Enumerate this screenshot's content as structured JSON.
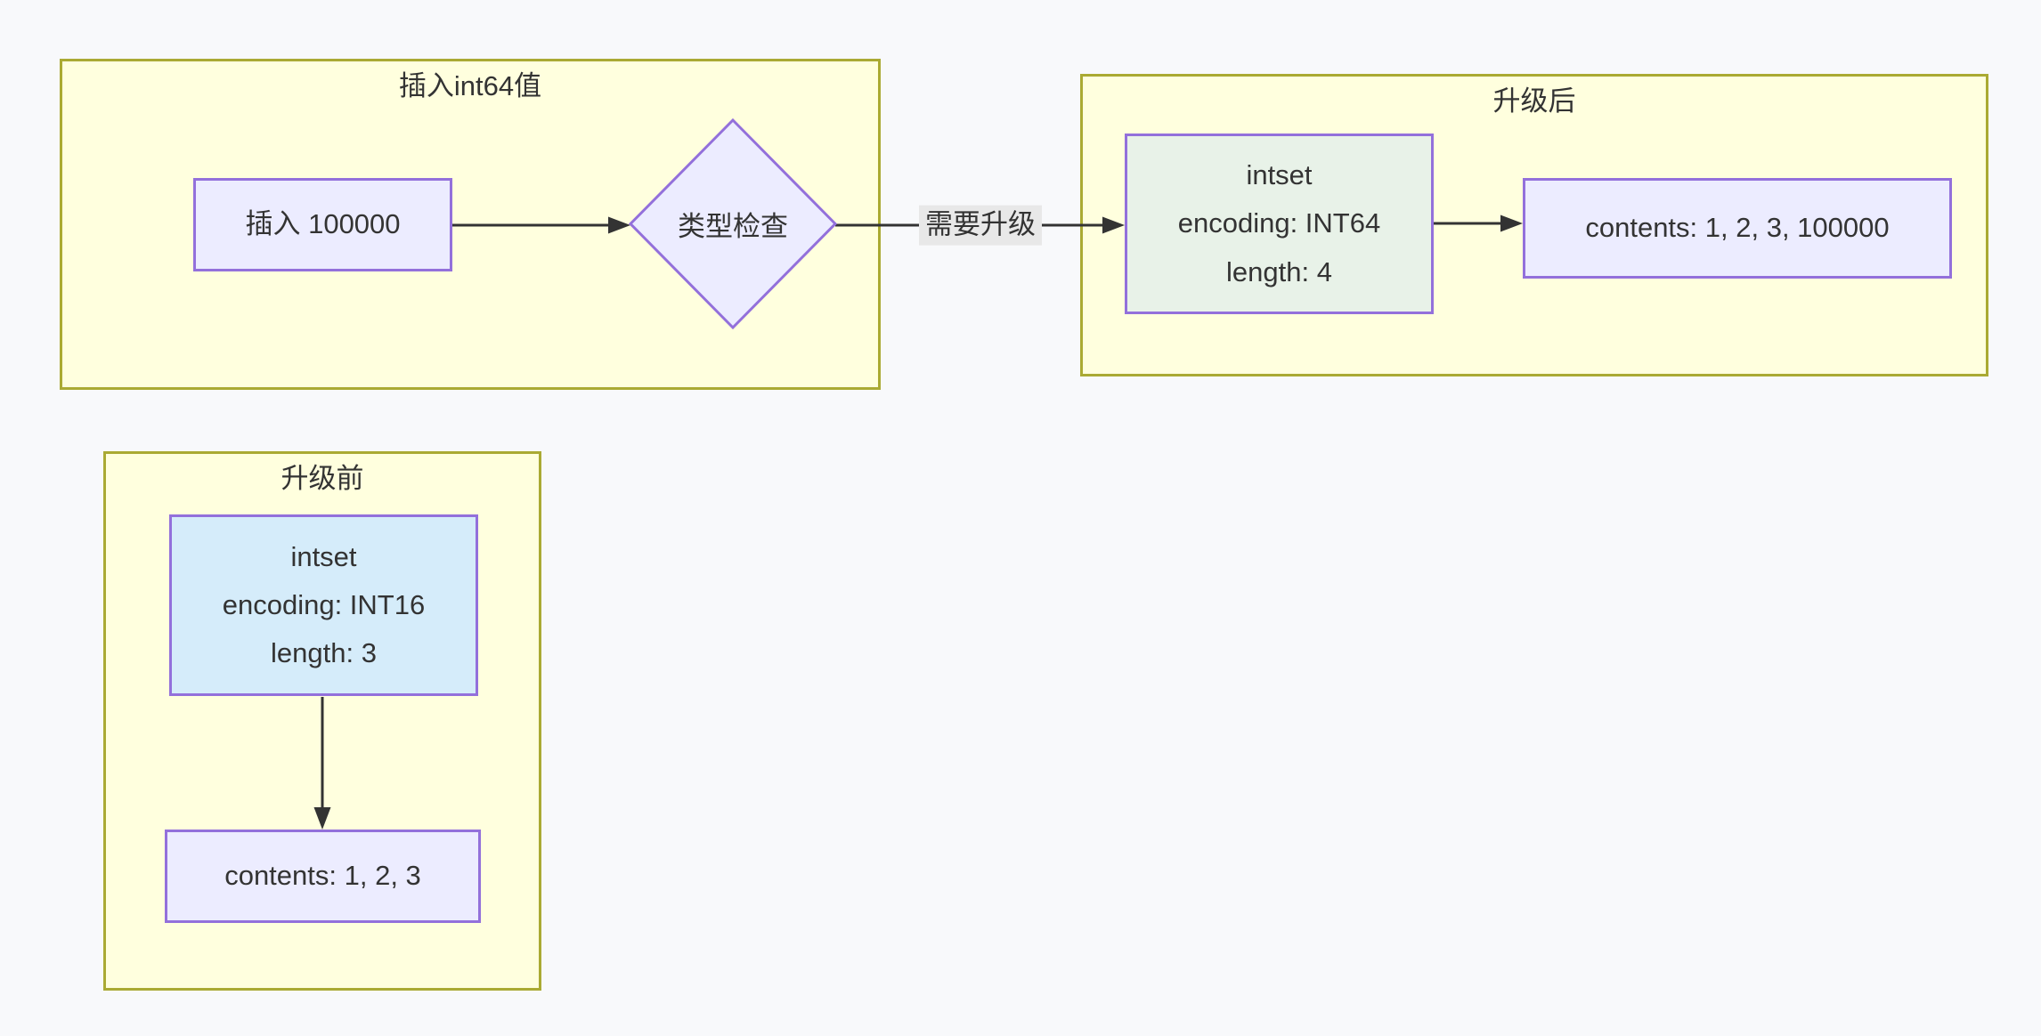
{
  "diagram": {
    "type": "flowchart",
    "clusters": {
      "insert": {
        "title": "插入int64值"
      },
      "after": {
        "title": "升级后"
      },
      "before": {
        "title": "升级前"
      }
    },
    "nodes": {
      "insert_value": {
        "label": "插入 100000"
      },
      "type_check": {
        "label": "类型检查"
      },
      "intset_after": {
        "lines": [
          "intset",
          "encoding: INT64",
          "length: 4"
        ]
      },
      "contents_after": {
        "label": "contents: 1, 2, 3, 100000"
      },
      "intset_before": {
        "lines": [
          "intset",
          "encoding: INT16",
          "length: 3"
        ]
      },
      "contents_before": {
        "label": "contents: 1, 2, 3"
      }
    },
    "edge_labels": {
      "need_upgrade": "需要升级"
    },
    "colors": {
      "background": "#f8f9fb",
      "cluster_fill": "#ffffde",
      "cluster_border": "#aaaa33",
      "node_fill": "#ececff",
      "node_border": "#9370db",
      "intset_after_fill": "#e8f2e8",
      "intset_before_fill": "#d5ecfa",
      "edge": "#333333",
      "edge_label_bg": "#e8e8e8",
      "text": "#333333"
    }
  }
}
